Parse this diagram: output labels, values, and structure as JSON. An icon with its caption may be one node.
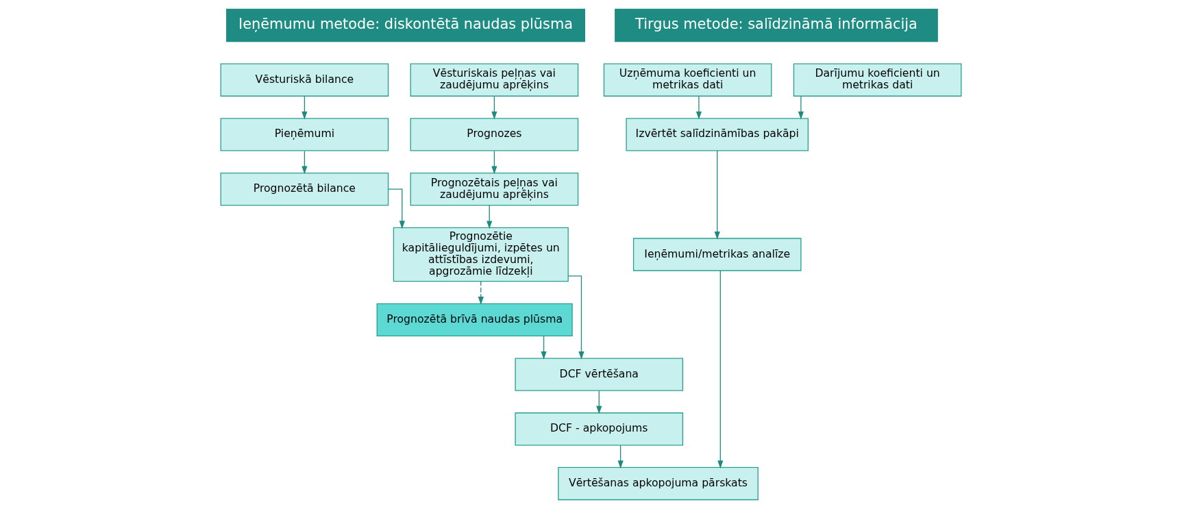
{
  "diagram": {
    "nodes": [
      {
        "text": [
          "Ieņēmumu metode: diskontētā naudas plūsma"
        ]
      },
      {
        "text": [
          "Tirgus metode: salīdzināmā informācija"
        ]
      },
      {
        "text": [
          "Vēsturiskā bilance"
        ]
      },
      {
        "text": [
          "Vēsturiskais peļņas vai zaudējumu aprēķins"
        ]
      },
      {
        "text": [
          "Uzņēmuma koeficienti un metrikas dati"
        ]
      },
      {
        "text": [
          "Darījumu koeficienti un metrikas dati"
        ]
      },
      {
        "text": [
          "Pieņēmumi"
        ]
      },
      {
        "text": [
          "Prognozes"
        ]
      },
      {
        "text": [
          "Prognozētā bilance"
        ]
      },
      {
        "text": [
          "Prognozētais peļņas vai zaudējumu aprēķins"
        ]
      },
      {
        "text": [
          "Prognozētie kapitālieguldījumi, izpētes un attīstības izdevumi, apgrozāmie līdzekļi"
        ]
      },
      {
        "text": [
          "Izvērtēt salīdzināmības pakāpi"
        ]
      },
      {
        "text": [
          "Prognozētā brīvā naudas plūsma"
        ]
      },
      {
        "text": [
          "DCF vērtēšana"
        ]
      },
      {
        "text": [
          "Ieņēmumi/metrikas analīze"
        ]
      },
      {
        "text": [
          "DCF - apkopojums"
        ]
      },
      {
        "text": [
          "Vērtēšanas apkopojuma pārskats"
        ]
      }
    ],
    "edges": [
      {
        "from": 2,
        "to": 6,
        "arrow": "to"
      },
      {
        "from": 6,
        "to": 8,
        "arrow": "to"
      },
      {
        "from": 8,
        "to": 10,
        "arrow": "to"
      },
      {
        "from": 3,
        "to": 7,
        "arrow": "to"
      },
      {
        "from": 7,
        "to": 9,
        "arrow": "to"
      },
      {
        "from": 9,
        "to": 10,
        "arrow": "to"
      },
      {
        "from": 4,
        "to": 11,
        "arrow": "to"
      },
      {
        "from": 5,
        "to": 11,
        "arrow": "to"
      },
      {
        "from": 10,
        "to": 12,
        "arrow": "to",
        "style": "dashed"
      },
      {
        "from": 10,
        "to": 13,
        "arrow": "to"
      },
      {
        "from": 12,
        "to": 13,
        "arrow": "to"
      },
      {
        "from": 13,
        "to": 15,
        "arrow": "to"
      },
      {
        "from": 11,
        "to": 14,
        "arrow": "to"
      },
      {
        "from": 15,
        "to": 16,
        "arrow": "to"
      },
      {
        "from": 14,
        "to": 16,
        "arrow": "to"
      }
    ]
  }
}
